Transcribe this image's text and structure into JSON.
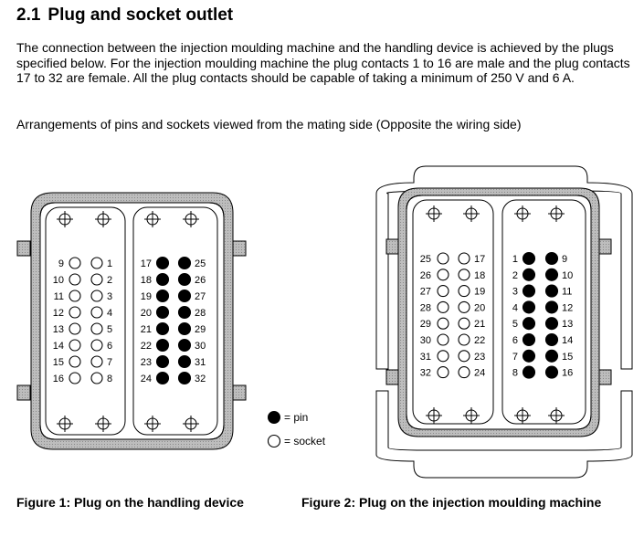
{
  "heading": {
    "number": "2.1",
    "title": "Plug and socket outlet"
  },
  "paragraph": "The connection between the injection moulding machine and the handling device is achieved by the plugs specified below. For the injection moulding machine the plug contacts 1 to 16 are male and the plug contacts 17 to 32 are female. All the plug contacts should be capable of taking a minimum of 250 V and 6 A.",
  "arrangement_note": "Arrangements of pins and sockets viewed from the mating side (Opposite the wiring side)",
  "figure1": {
    "caption": "Figure 1: Plug on the handling device",
    "left_panel": {
      "left_column": {
        "labels": [
          "9",
          "10",
          "11",
          "12",
          "13",
          "14",
          "15",
          "16"
        ],
        "contact": "socket"
      },
      "right_column": {
        "labels": [
          "1",
          "2",
          "3",
          "4",
          "5",
          "6",
          "7",
          "8"
        ],
        "contact": "socket"
      }
    },
    "right_panel": {
      "left_column": {
        "labels": [
          "17",
          "18",
          "19",
          "20",
          "21",
          "22",
          "23",
          "24"
        ],
        "contact": "pin"
      },
      "right_column": {
        "labels": [
          "25",
          "26",
          "27",
          "28",
          "29",
          "30",
          "31",
          "32"
        ],
        "contact": "pin"
      }
    }
  },
  "figure2": {
    "caption": "Figure 2: Plug on the injection moulding machine",
    "left_panel": {
      "left_column": {
        "labels": [
          "25",
          "26",
          "27",
          "28",
          "29",
          "30",
          "31",
          "32"
        ],
        "contact": "socket"
      },
      "right_column": {
        "labels": [
          "17",
          "18",
          "19",
          "20",
          "21",
          "22",
          "23",
          "24"
        ],
        "contact": "socket"
      }
    },
    "right_panel": {
      "left_column": {
        "labels": [
          "1",
          "2",
          "3",
          "4",
          "5",
          "6",
          "7",
          "8"
        ],
        "contact": "pin"
      },
      "right_column": {
        "labels": [
          "9",
          "10",
          "11",
          "12",
          "13",
          "14",
          "15",
          "16"
        ],
        "contact": "pin"
      }
    }
  },
  "legend": {
    "pin": "= pin",
    "socket": "= socket"
  },
  "colors": {
    "housing_fill": "#bdbdbd",
    "line": "#000000"
  }
}
